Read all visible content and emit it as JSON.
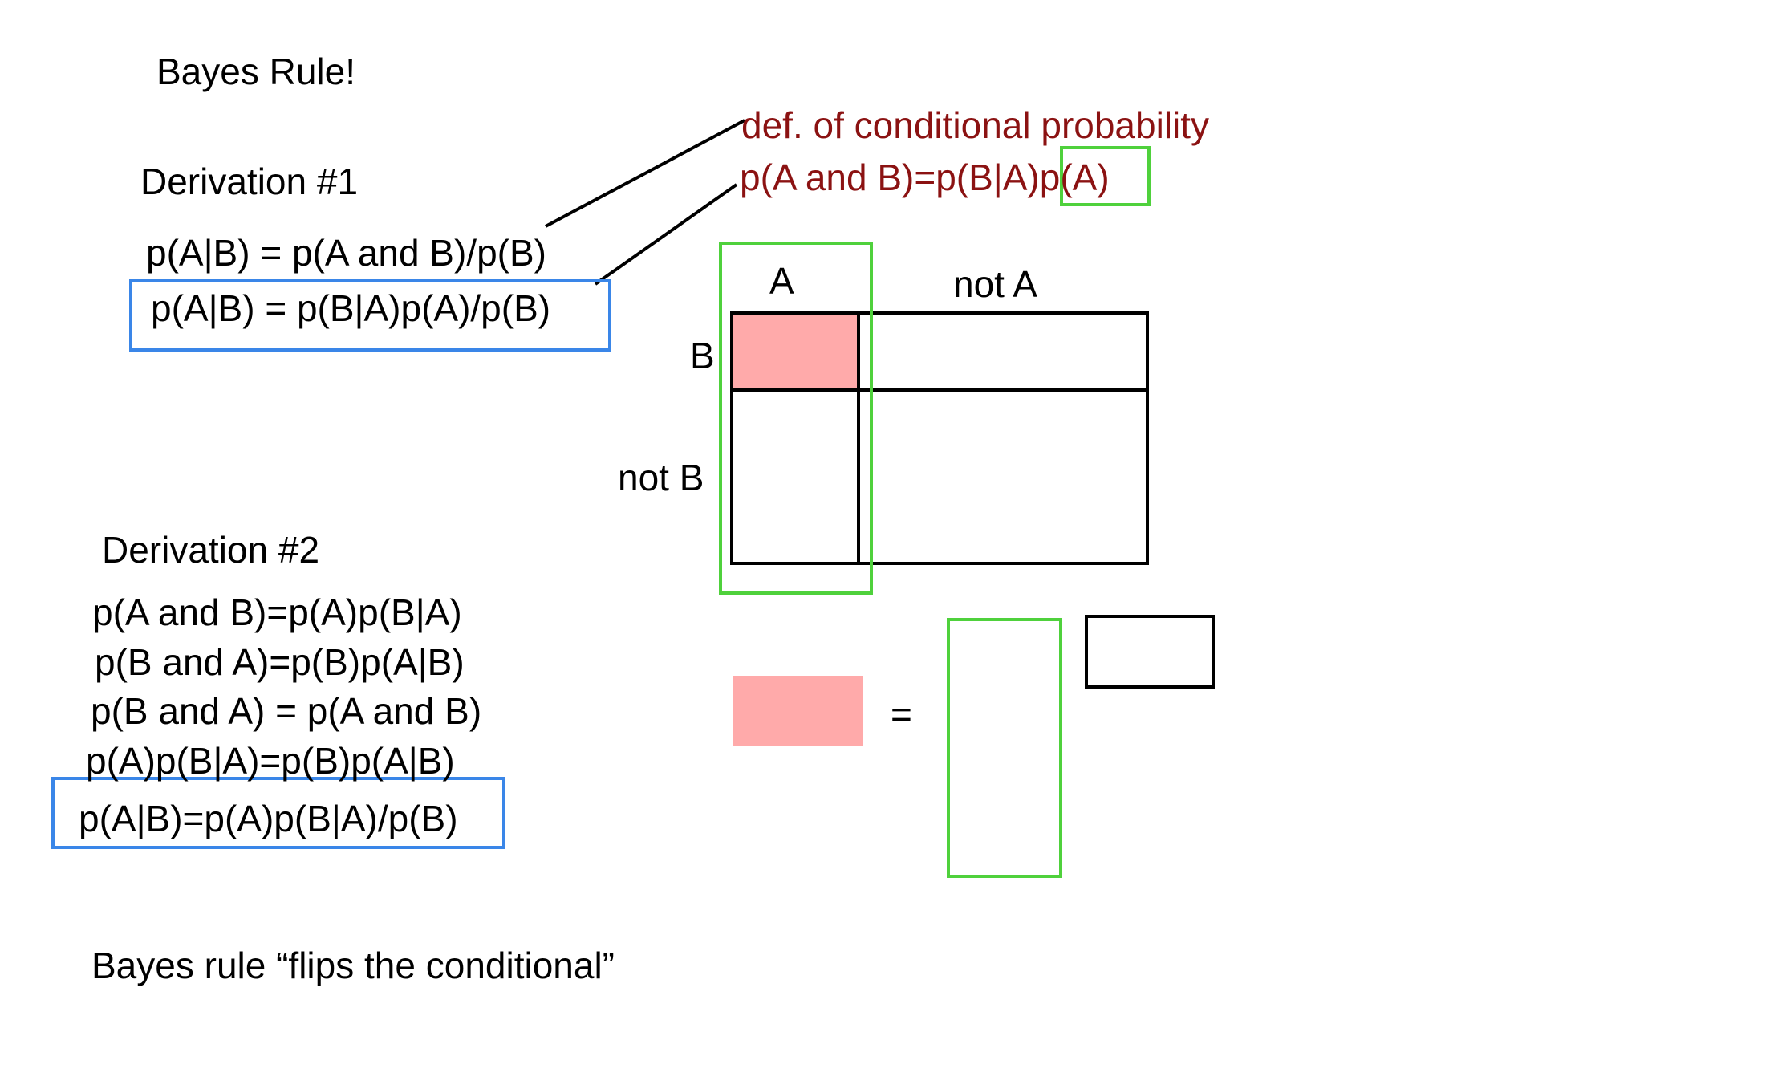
{
  "title": "Bayes Rule!",
  "derivation1": {
    "heading": "Derivation #1",
    "line1": "p(A|B) = p(A and B)/p(B)",
    "line2": "p(A|B) = p(B|A)p(A)/p(B)"
  },
  "note": {
    "line1": "def. of conditional probability",
    "line2_main": "p(A and B)=p(B|A)",
    "line2_boxed": "p(A)"
  },
  "grid": {
    "col_a": "A",
    "col_not_a": "not A",
    "row_b": "B",
    "row_not_b": "not B"
  },
  "derivation2": {
    "heading": "Derivation #2",
    "line1": "p(A and B)=p(A)p(B|A)",
    "line2": "p(B and A)=p(B)p(A|B)",
    "line3": "p(B and A) = p(A and B)",
    "line4": "p(A)p(B|A)=p(B)p(A|B)",
    "line5": "p(A|B)=p(A)p(B|A)/p(B)"
  },
  "visual_equation": {
    "equals": "="
  },
  "footer": "Bayes rule “flips the conditional”",
  "colors": {
    "highlight_box": "#3a86e8",
    "column_box": "#4fd13c",
    "joint_fill": "#ffaaaa",
    "note_text": "#8b1212"
  }
}
